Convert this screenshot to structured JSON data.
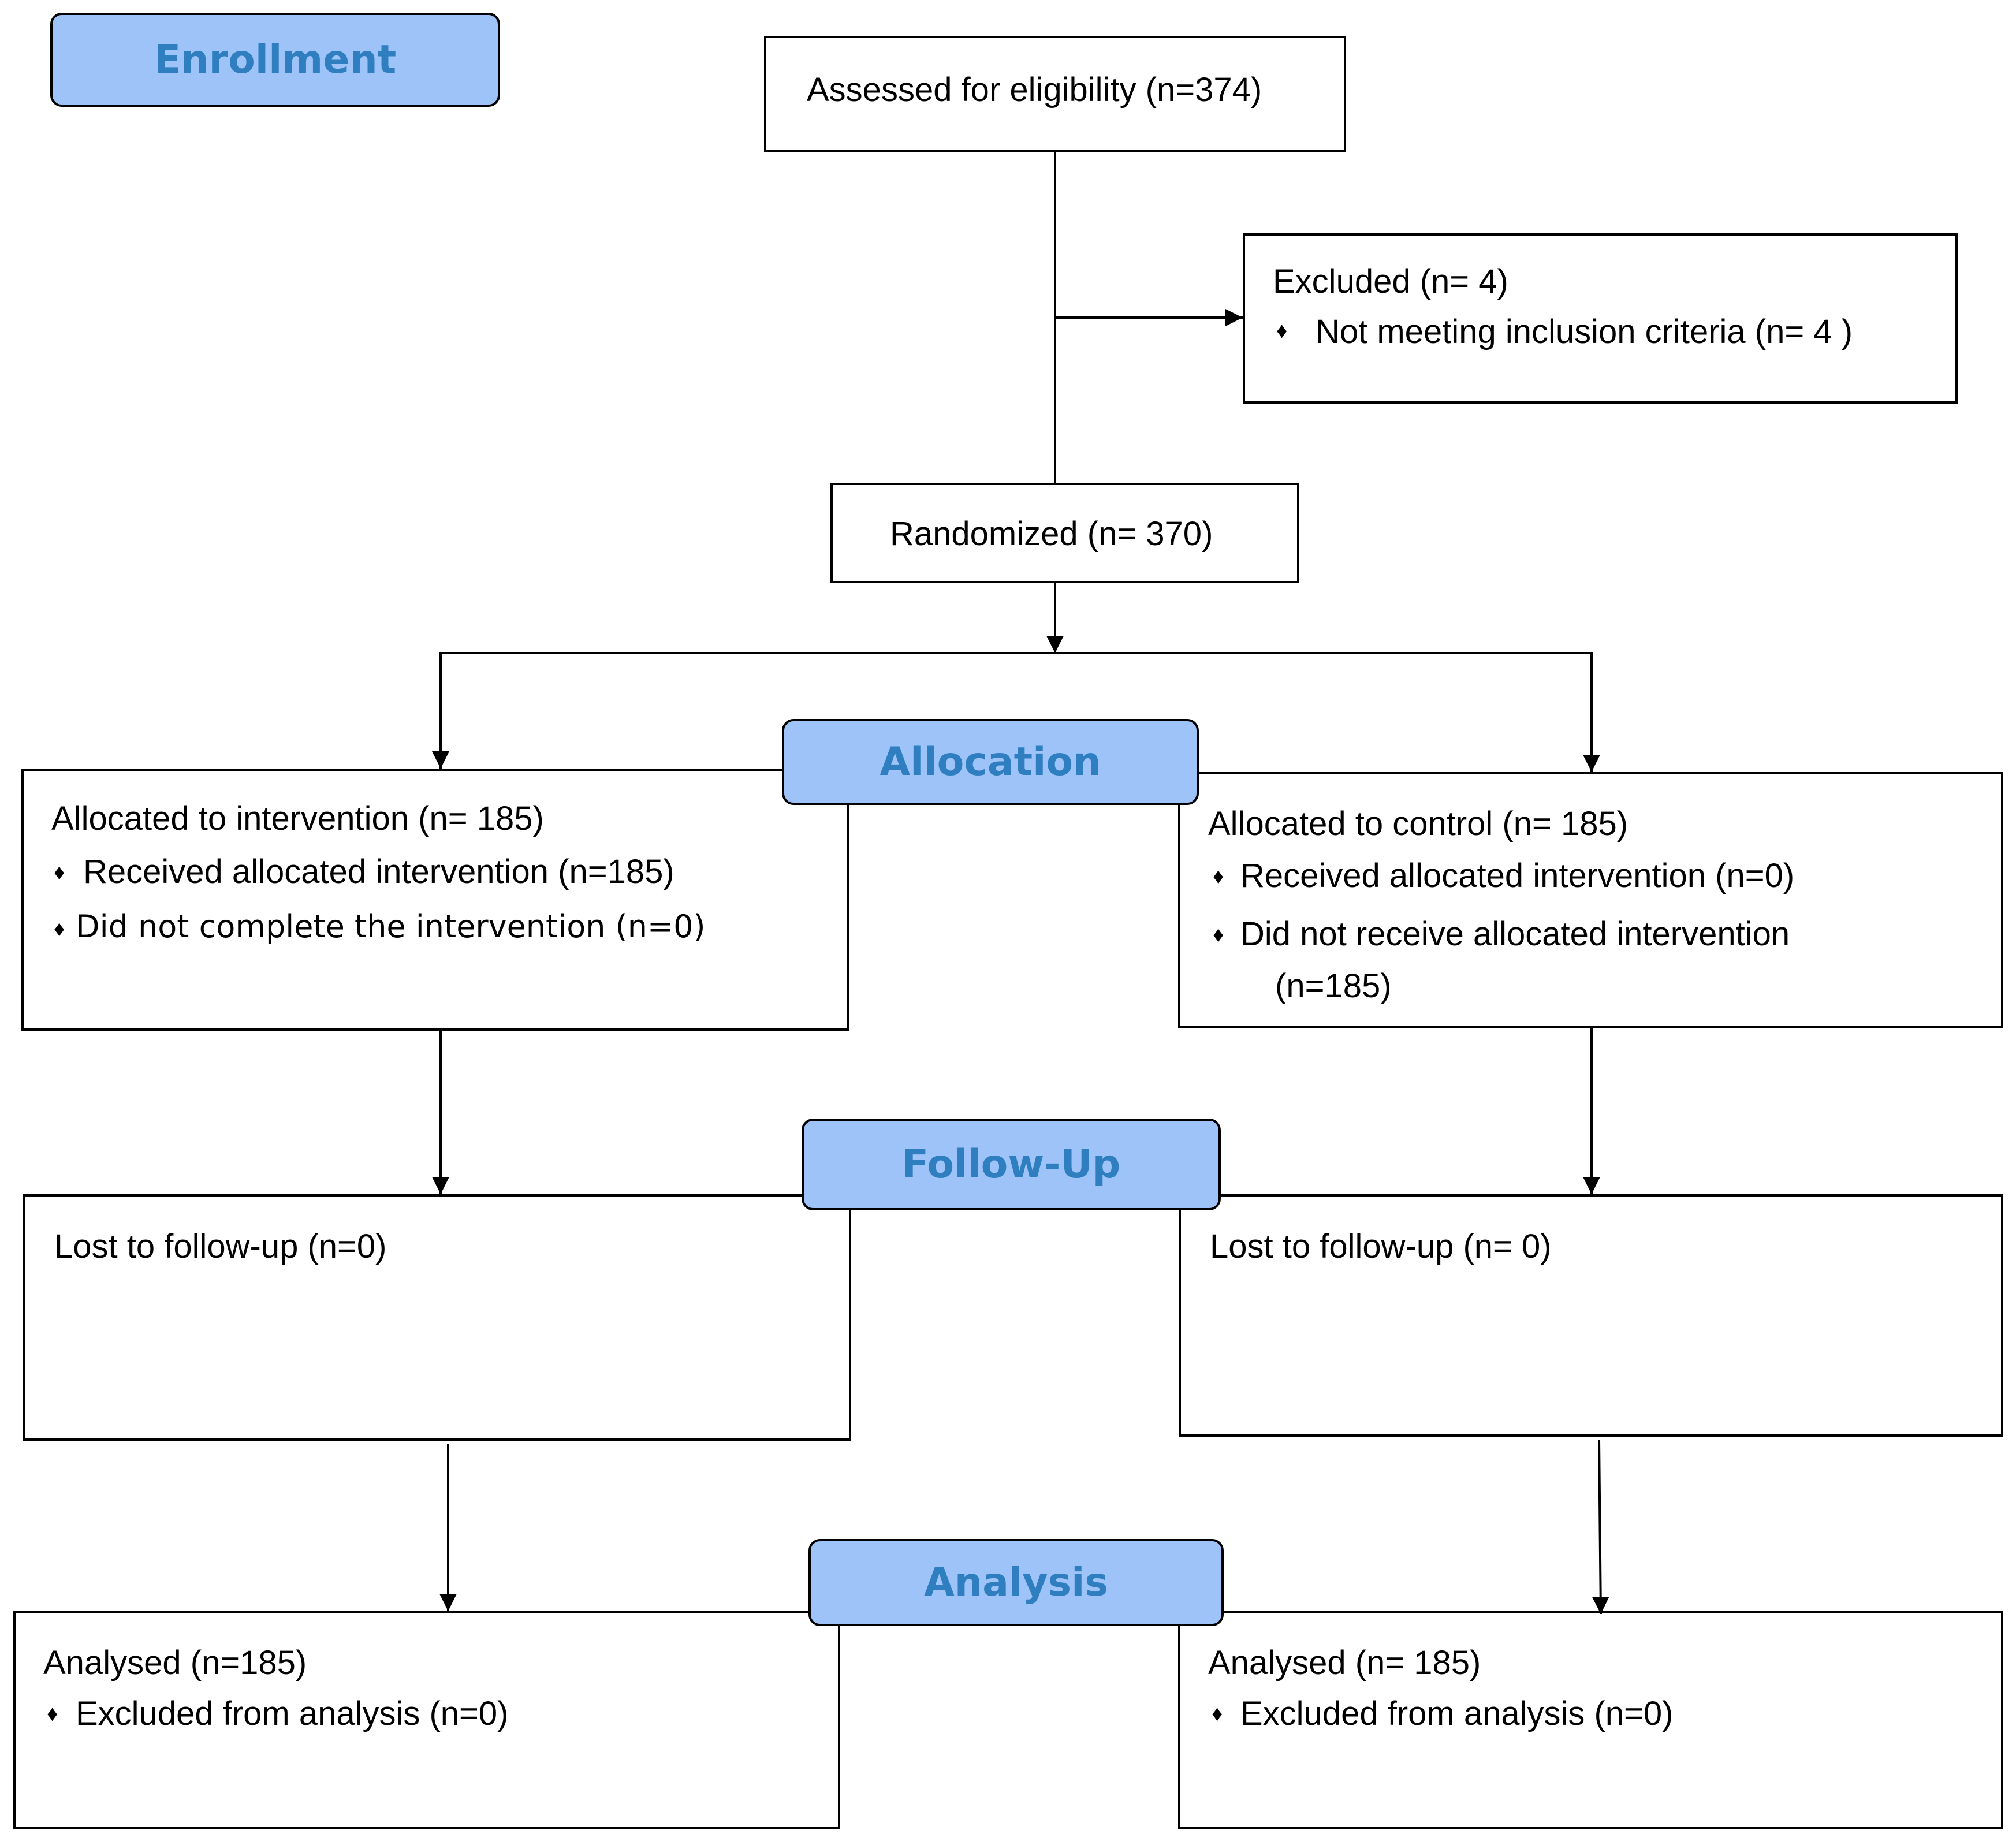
{
  "theme": {
    "stage_fill": "#9dc3f8",
    "stage_text": "#2f7fc0",
    "line": "#000000"
  },
  "bullet": "♦",
  "stages": {
    "enrollment": "Enrollment",
    "allocation": "Allocation",
    "follow_up": "Follow-Up",
    "analysis": "Analysis"
  },
  "enrollment": {
    "assessed": "Assessed for eligibility (n=374)",
    "excluded_title": "Excluded (n= 4)",
    "excluded_reason": "Not meeting inclusion criteria (n= 4 )",
    "randomized": "Randomized (n= 370)"
  },
  "allocation": {
    "intervention": {
      "title": "Allocated to intervention (n= 185)",
      "received": "Received allocated intervention (n=185)",
      "not_completed": "Did not complete the intervention (n=0)"
    },
    "control": {
      "title": "Allocated to control (n= 185)",
      "received": "Received allocated intervention (n=0)",
      "not_received": "Did not receive allocated intervention",
      "not_received_n": "(n=185)"
    }
  },
  "follow_up": {
    "intervention": "Lost to follow-up (n=0)",
    "control": "Lost to follow-up (n= 0)"
  },
  "analysis": {
    "intervention": {
      "title": "Analysed (n=185)",
      "excluded": "Excluded from analysis (n=0)"
    },
    "control": {
      "title": "Analysed (n= 185)",
      "excluded": "Excluded from analysis (n=0)"
    }
  }
}
